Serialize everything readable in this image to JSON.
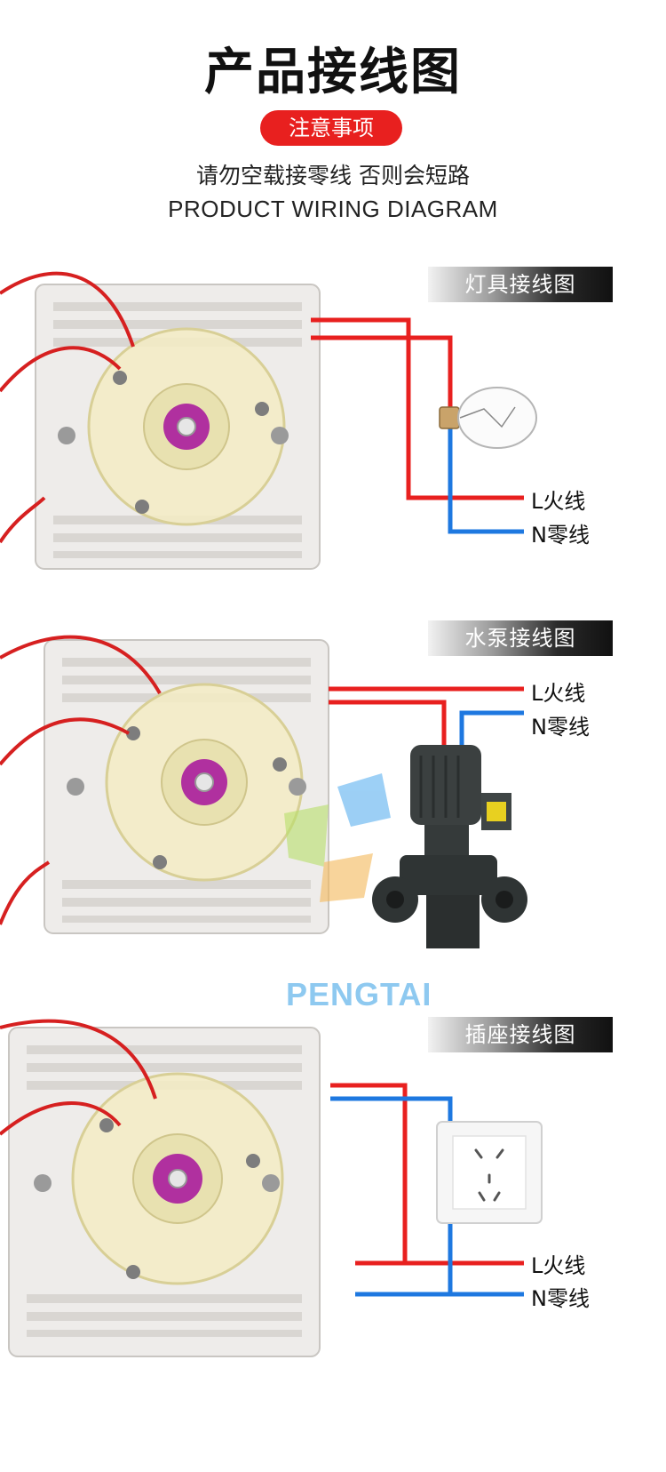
{
  "header": {
    "title": "产品接线图",
    "notice_badge": "注意事项",
    "warning": "请勿空载接零线 否则会短路",
    "subtitle": "PRODUCT WIRING DIAGRAM"
  },
  "panels": [
    {
      "title": "灯具接线图",
      "device": "light-bulb",
      "live_label": "L火线",
      "neutral_label": "N零线"
    },
    {
      "title": "水泵接线图",
      "device": "water-pump",
      "live_label": "L火线",
      "neutral_label": "N零线"
    },
    {
      "title": "插座接线图",
      "device": "wall-socket",
      "live_label": "L火线",
      "neutral_label": "N零线"
    }
  ],
  "watermark": {
    "brand": "PENGTAI"
  },
  "colors": {
    "live_wire": "#e8201f",
    "neutral_wire": "#1e78e0",
    "badge": "#e8201f"
  }
}
